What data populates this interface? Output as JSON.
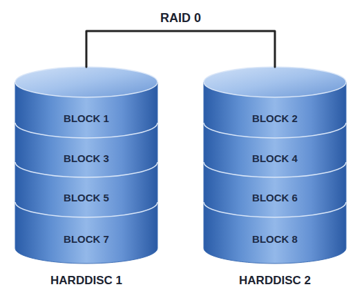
{
  "diagram": {
    "nodes": [
      {
        "text": [
          "HARDDISC 1"
        ]
      },
      {
        "text": [
          "BLOCK 1"
        ],
        "in": 0
      },
      {
        "text": [
          "BLOCK 3"
        ],
        "in": 0
      },
      {
        "text": [
          "BLOCK 5"
        ],
        "in": 0
      },
      {
        "text": [
          "BLOCK 7"
        ],
        "in": 0
      },
      {
        "text": [
          "HARDDISC 2"
        ]
      },
      {
        "text": [
          "BLOCK 2"
        ],
        "in": 5
      },
      {
        "text": [
          "BLOCK 4"
        ],
        "in": 5
      },
      {
        "text": [
          "BLOCK 6"
        ],
        "in": 5
      },
      {
        "text": [
          "BLOCK 8"
        ],
        "in": 5
      }
    ],
    "edges": [
      {
        "from": 0,
        "to": 5,
        "label": "RAID 0",
        "arrow": "none"
      }
    ]
  }
}
